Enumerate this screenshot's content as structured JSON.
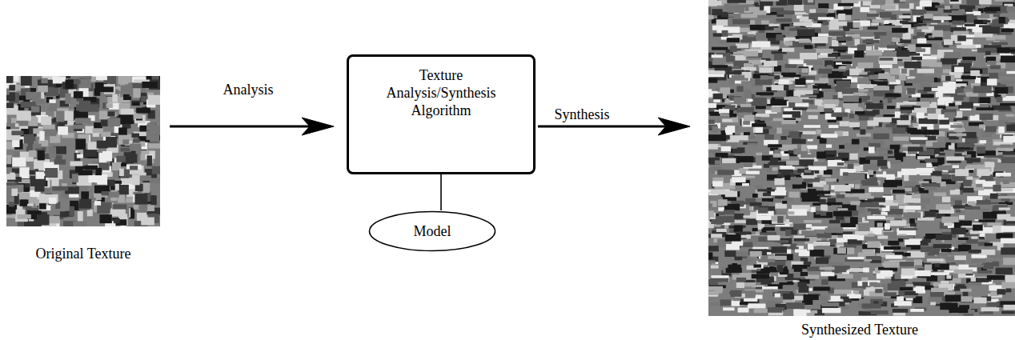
{
  "diagram": {
    "nodes": [
      {
        "text": [
          "Original Texture"
        ]
      },
      {
        "text": [
          "Texture Analysis/Synthesis Algorithm"
        ]
      },
      {
        "text": [
          "Model"
        ]
      },
      {
        "text": [
          "Synthesized Texture"
        ]
      }
    ],
    "edges": [
      {
        "from": 0,
        "to": 1,
        "arrow": "to",
        "label": "Analysis"
      },
      {
        "from": 1,
        "to": 2,
        "arrow": "none"
      },
      {
        "from": 1,
        "to": 3,
        "arrow": "to",
        "label": "Synthesis"
      }
    ]
  }
}
